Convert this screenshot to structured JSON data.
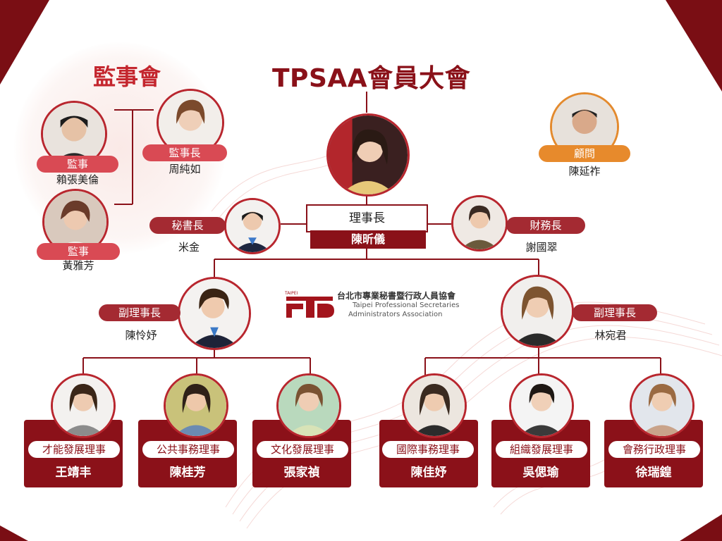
{
  "title": "TPSAA會員大會",
  "supervisors": {
    "heading": "監事會",
    "chief": {
      "role": "監事長",
      "name": "周純如"
    },
    "members": [
      {
        "role": "監事",
        "name": "賴張美倫"
      },
      {
        "role": "監事",
        "name": "黃雅芳"
      }
    ]
  },
  "advisor": {
    "role": "顧問",
    "name": "陳延祚"
  },
  "chairman": {
    "role": "理事長",
    "name": "陳昕儀"
  },
  "secretary": {
    "role": "秘書長",
    "name": "米金"
  },
  "treasurer": {
    "role": "財務長",
    "name": "謝國翠"
  },
  "vice_chairs": [
    {
      "role": "副理事長",
      "name": "陳怜妤"
    },
    {
      "role": "副理事長",
      "name": "林宛君"
    }
  ],
  "directors": [
    {
      "role": "才能發展理事",
      "name": "王靖丰"
    },
    {
      "role": "公共事務理事",
      "name": "陳桂芳"
    },
    {
      "role": "文化發展理事",
      "name": "張家禎"
    },
    {
      "role": "國際事務理事",
      "name": "陳佳妤"
    },
    {
      "role": "組織發展理事",
      "name": "吳偲瑜"
    },
    {
      "role": "會務行政理事",
      "name": "徐瑞鍠"
    }
  ],
  "logo": {
    "mark": "TAIPEI",
    "name_cn": "台北市專業秘書暨行政人員協會",
    "name_en_1": "Taipei Professional Secretaries",
    "name_en_2": "Administrators Association"
  },
  "colors": {
    "primary": "#8a1119",
    "accent": "#d94a54",
    "advisor": "#e78a2c"
  }
}
